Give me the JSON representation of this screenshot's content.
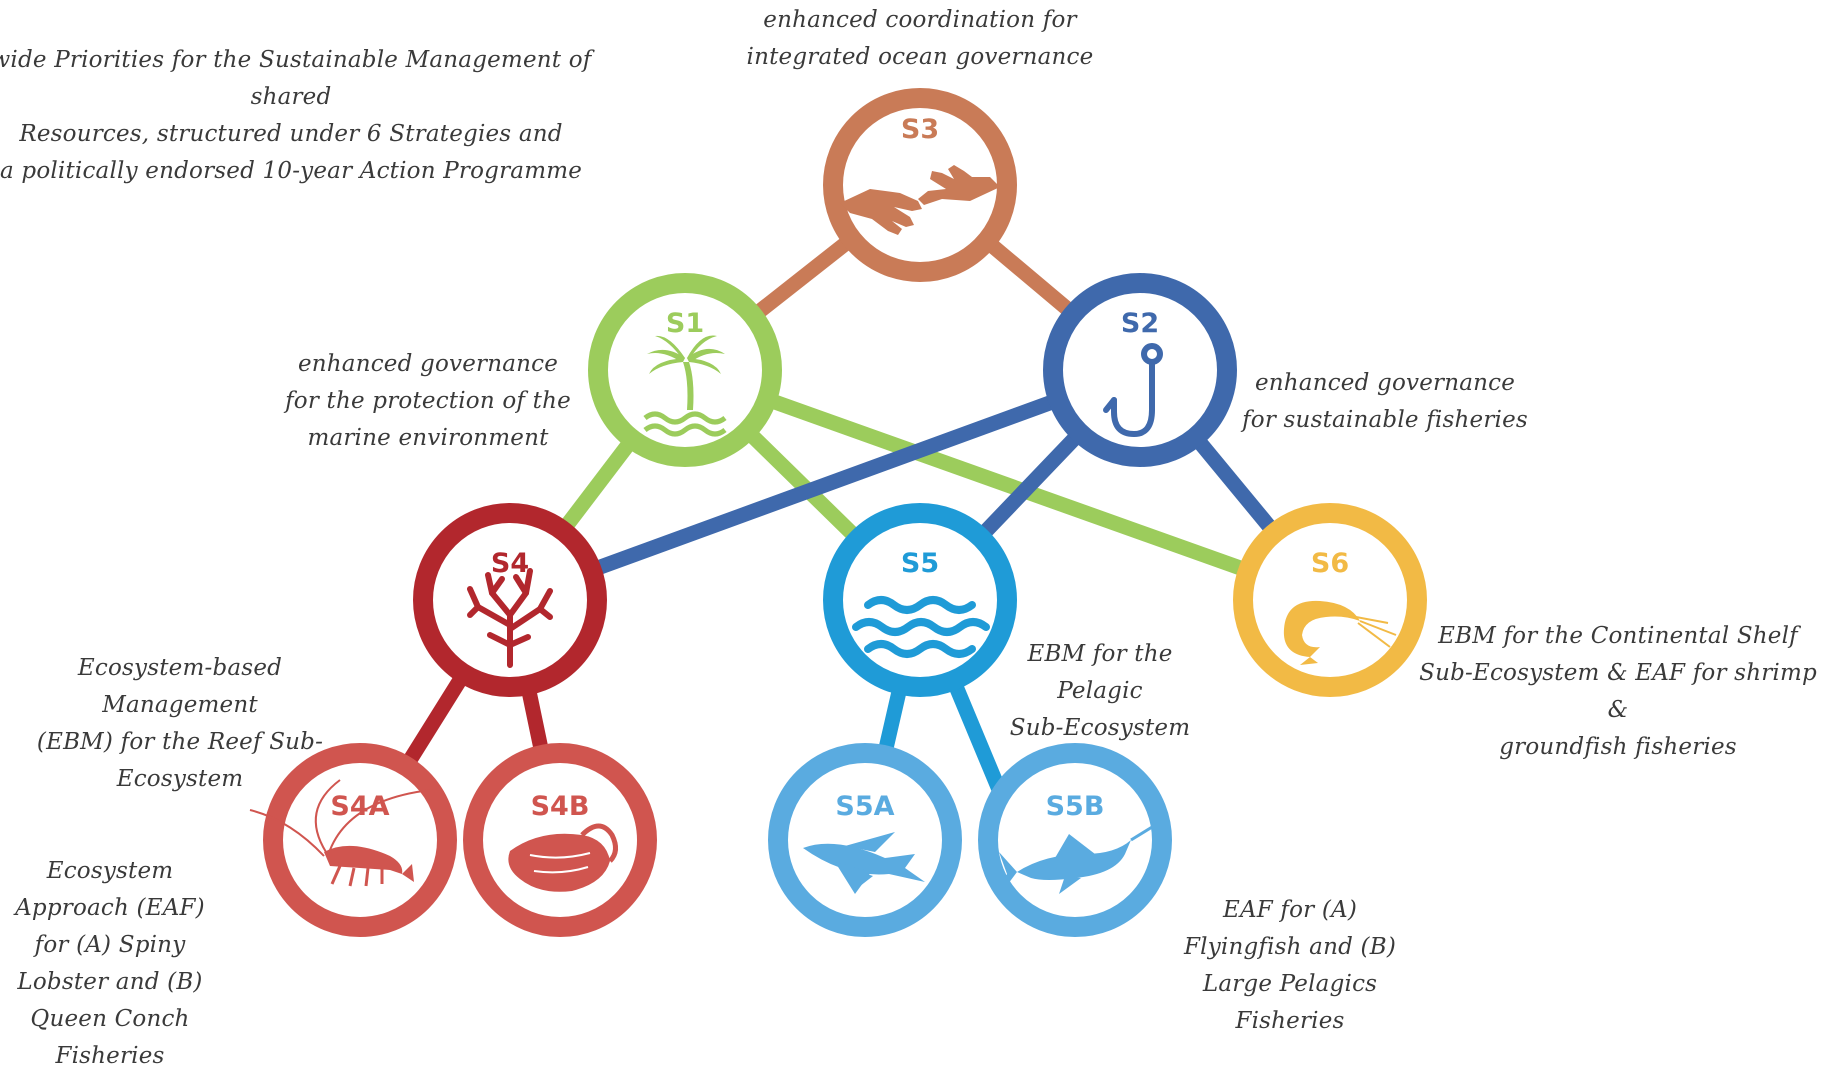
{
  "colors": {
    "s3": "#C97B57",
    "s1": "#9CCC5C",
    "s2": "#3F69AC",
    "s4": "#B2272D",
    "s5": "#1F9BD7",
    "s6": "#F2BA45",
    "s4sub": "#D0554F",
    "s5sub": "#5AABE0"
  },
  "captions": {
    "header": "wide Priorities for the Sustainable Management of shared\nResources, structured under 6 Strategies and\na politically endorsed 10-year Action Programme",
    "s3": "enhanced coordination for\nintegrated ocean governance",
    "s1": "enhanced governance\nfor the protection of the\nmarine environment",
    "s2": "enhanced governance\nfor sustainable fisheries",
    "s4": "Ecosystem-based Management\n(EBM) for the Reef Sub-Ecosystem",
    "s5": "EBM for the\nPelagic\nSub-Ecosystem",
    "s6": "EBM for the Continental Shelf\nSub-Ecosystem & EAF for shrimp &\ngroundfish fisheries",
    "s4sub": "Ecosystem\nApproach (EAF)\nfor (A) Spiny\nLobster and (B)\nQueen Conch\nFisheries",
    "s5sub": "EAF  for (A)\nFlyingfish and (B)\nLarge Pelagics\nFisheries"
  },
  "nodes": {
    "s3": {
      "label": "S3",
      "icon": "handshake-icon"
    },
    "s1": {
      "label": "S1",
      "icon": "palm-tree-icon"
    },
    "s2": {
      "label": "S2",
      "icon": "fishhook-icon"
    },
    "s4": {
      "label": "S4",
      "icon": "coral-icon"
    },
    "s5": {
      "label": "S5",
      "icon": "waves-icon"
    },
    "s6": {
      "label": "S6",
      "icon": "shrimp-icon"
    },
    "s4a": {
      "label": "S4A",
      "icon": "lobster-icon"
    },
    "s4b": {
      "label": "S4B",
      "icon": "conch-shell-icon"
    },
    "s5a": {
      "label": "S5A",
      "icon": "flyingfish-icon"
    },
    "s5b": {
      "label": "S5B",
      "icon": "marlin-icon"
    }
  }
}
